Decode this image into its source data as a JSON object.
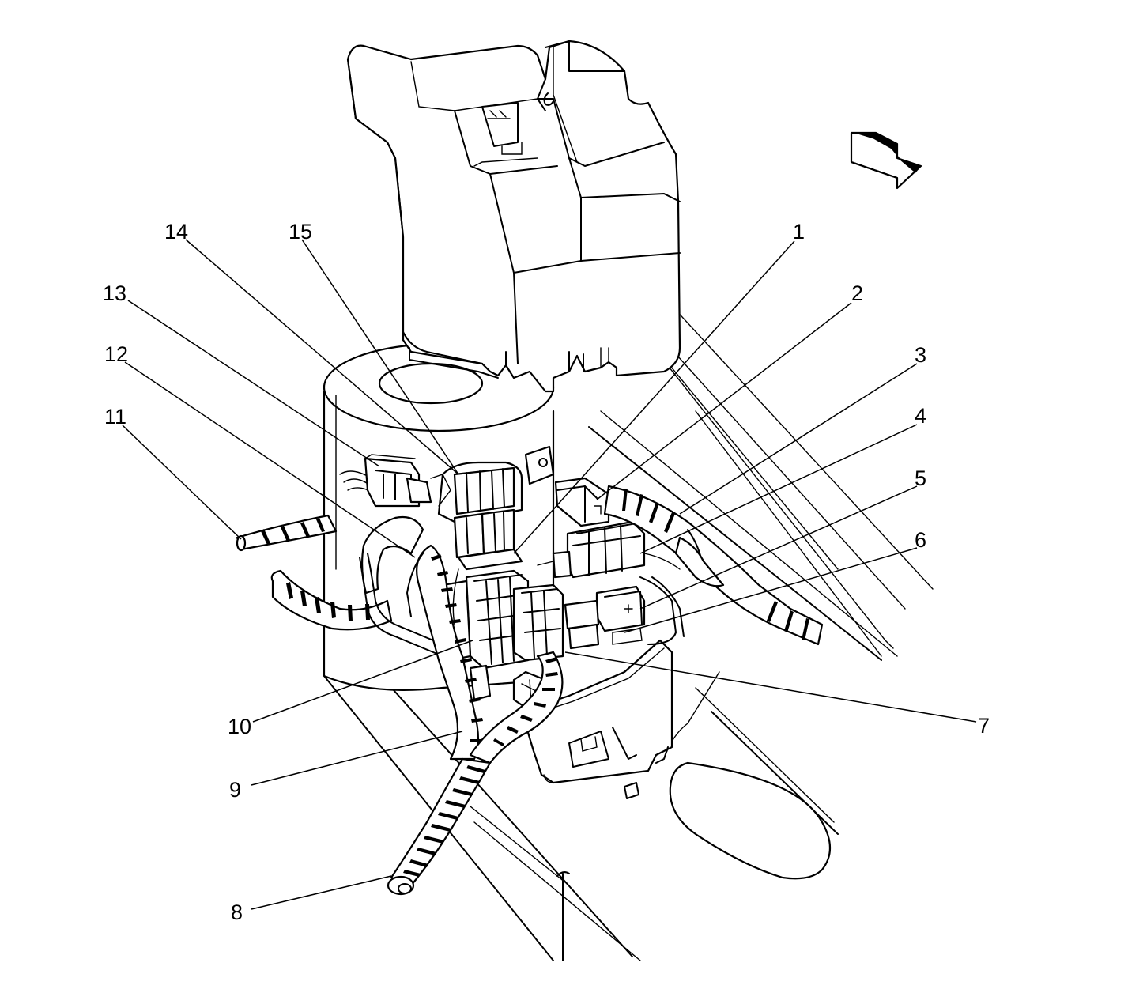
{
  "figure": {
    "callouts": [
      {
        "id": "c1",
        "label": "1"
      },
      {
        "id": "c2",
        "label": "2"
      },
      {
        "id": "c3",
        "label": "3"
      },
      {
        "id": "c4",
        "label": "4"
      },
      {
        "id": "c5",
        "label": "5"
      },
      {
        "id": "c6",
        "label": "6"
      },
      {
        "id": "c7",
        "label": "7"
      },
      {
        "id": "c8",
        "label": "8"
      },
      {
        "id": "c9",
        "label": "9"
      },
      {
        "id": "c10",
        "label": "10"
      },
      {
        "id": "c11",
        "label": "11"
      },
      {
        "id": "c12",
        "label": "12"
      },
      {
        "id": "c13",
        "label": "13"
      },
      {
        "id": "c14",
        "label": "14"
      },
      {
        "id": "c15",
        "label": "15"
      }
    ],
    "icons": {
      "view_direction": "view-direction-arrow-icon"
    }
  }
}
